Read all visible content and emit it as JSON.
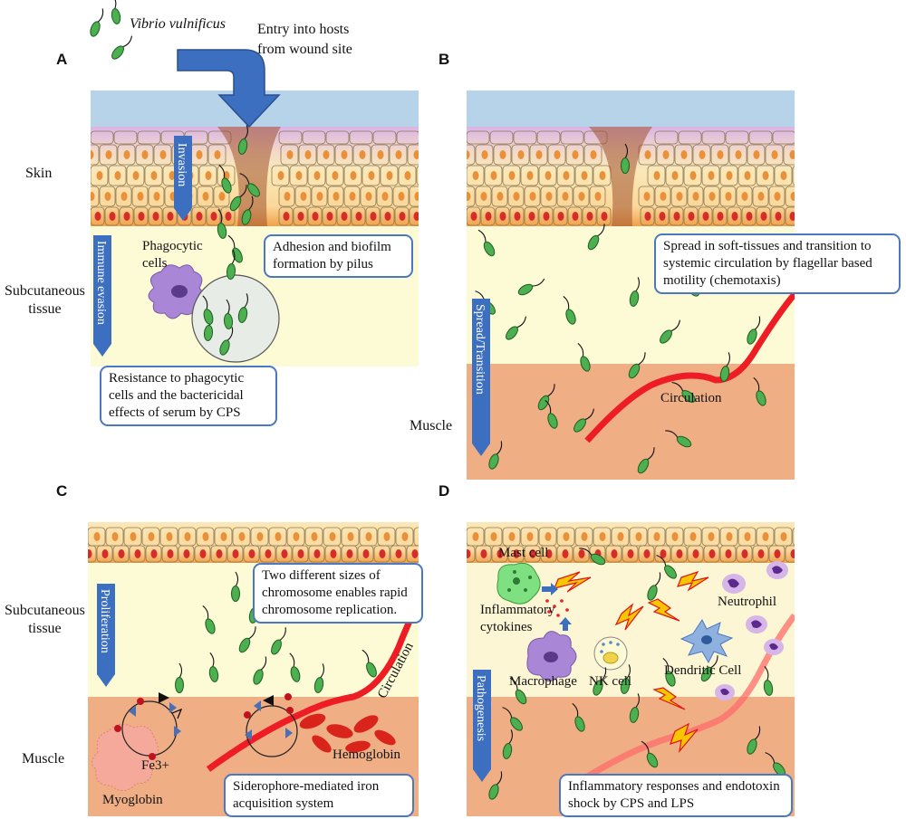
{
  "panels": [
    {
      "letter": "A"
    },
    {
      "letter": "B"
    },
    {
      "letter": "C"
    },
    {
      "letter": "D"
    }
  ],
  "organism": "Vibrio vulnificus",
  "entry_label": "Entry into hosts\nfrom wound site",
  "layers": {
    "skin": "Skin",
    "subcutaneous": "Subcutaneous\ntissue",
    "muscle": "Muscle"
  },
  "stages": {
    "invasion": "Invasion",
    "immune_evasion": "Immune evasion",
    "spread": "Spread/Transition",
    "proliferation": "Proliferation",
    "pathogenesis": "Pathogenesis"
  },
  "boxes": {
    "adhesion": "Adhesion and biofilm formation by pilus",
    "resistance": "Resistance to phagocytic cells and the bactericidal effects of serum by CPS",
    "spread": "Spread in soft-tissues and transition to systemic circulation by flagellar based motility (chemotaxis)",
    "chromosome": "Two different sizes of chromosome enables rapid chromosome replication.",
    "siderophore": "Siderophore-mediated iron acquisition system",
    "inflammatory": "Inflammatory responses and endotoxin shock by CPS and LPS"
  },
  "labels": {
    "phagocytic": "Phagocytic\ncells",
    "circulation": "Circulation",
    "fe3": "Fe3+",
    "myoglobin": "Myoglobin",
    "hemoglobin": "Hemoglobin",
    "mast_cell": "Mast cell",
    "inflammatory_cytokines": "Inflammatory\ncytokines",
    "macrophage": "Macrophage",
    "nk_cell": "NK cell",
    "dendritic_cell": "Dendritic Cell",
    "neutrophil": "Neutrophil"
  },
  "colors": {
    "water": "#b7d3ea",
    "skin_top": "#d9b4e6",
    "skin_cells": "#fbe8b8",
    "skin_base": "#f0a14a",
    "subcutaneous": "#fdfbd6",
    "muscle": "#efae84",
    "blood": "#ee1c24",
    "bacterium": "#4caf50",
    "arrow_blue": "#3d6fc0",
    "box_border": "#4a78c2"
  }
}
